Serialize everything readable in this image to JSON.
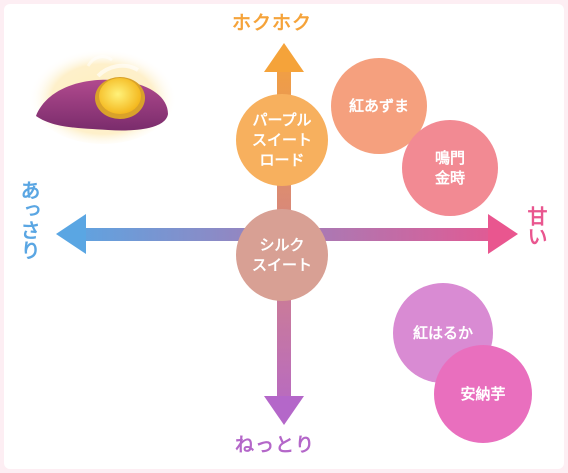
{
  "axes": {
    "top": {
      "label": "ホクホク",
      "color": "#f5a33a"
    },
    "bottom": {
      "label": "ねっとり",
      "color": "#b467c9"
    },
    "left": {
      "label": "あっさり",
      "color": "#5aa6e3"
    },
    "right": {
      "label": "甘い",
      "color": "#e9568f"
    }
  },
  "varieties": [
    {
      "name": "パープル\nスイート\nロード",
      "color": "#f7b05e"
    },
    {
      "name": "紅あずま",
      "color": "#f5a07e"
    },
    {
      "name": "鳴門\n金時",
      "color": "#f28a93"
    },
    {
      "name": "シルク\nスイート",
      "color": "#d8a094"
    },
    {
      "name": "紅はるか",
      "color": "#d98bd3"
    },
    {
      "name": "安納芋",
      "color": "#e96fbe"
    }
  ]
}
